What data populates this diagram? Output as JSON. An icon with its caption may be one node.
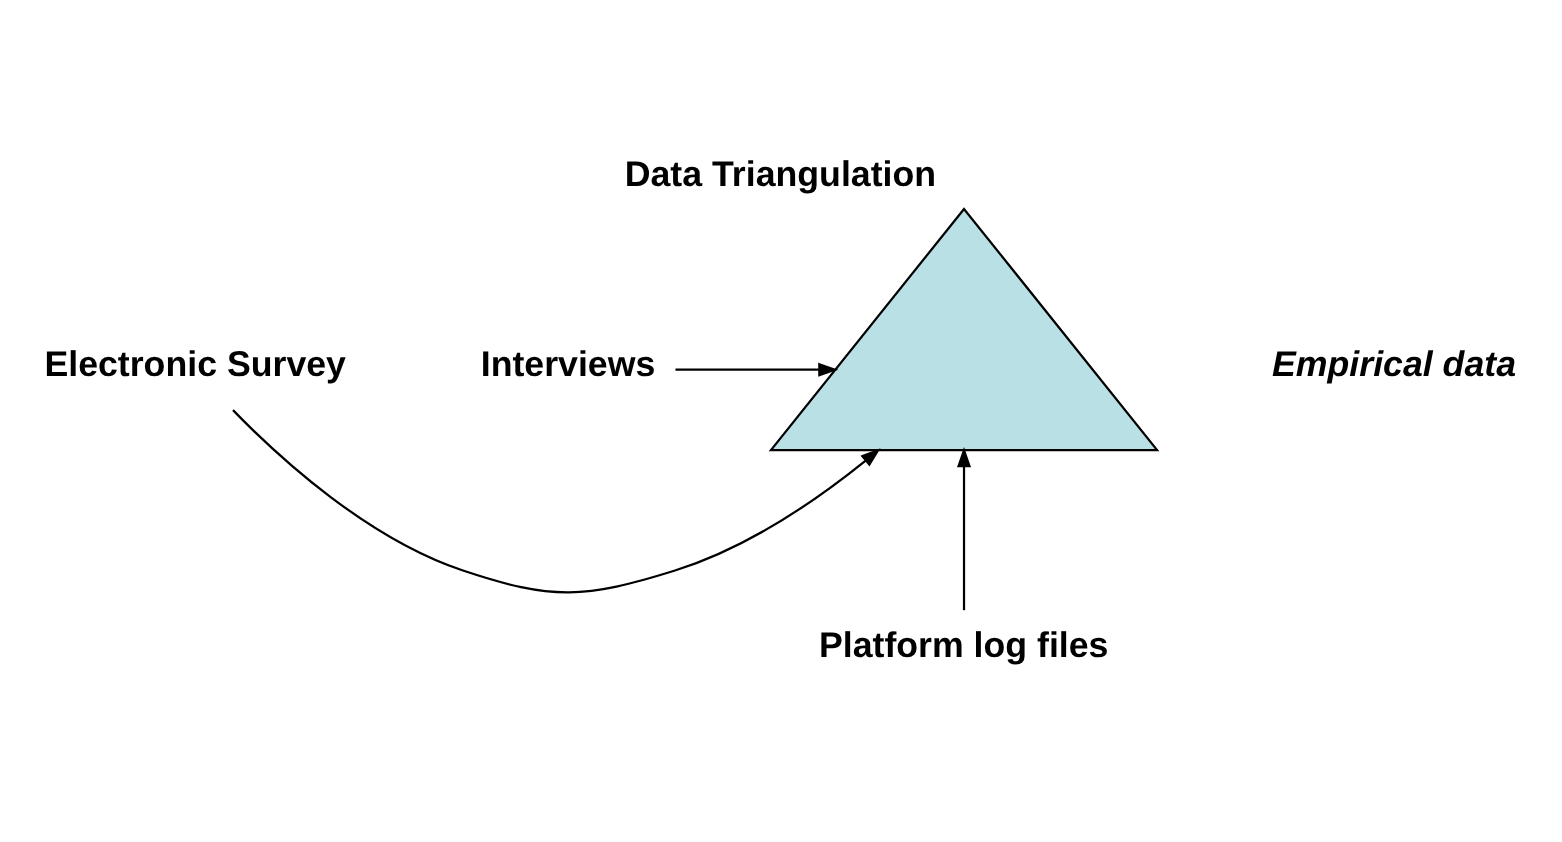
{
  "diagram": {
    "title": "Data Triangulation",
    "nodes": [
      {
        "text": [
          "Electronic Survey"
        ]
      },
      {
        "text": [
          "Interviews"
        ]
      },
      {
        "text": [],
        "shape": "triangle"
      },
      {
        "text": [
          "Platform log files"
        ]
      }
    ],
    "edges": [
      {
        "from": 0,
        "to": 2,
        "arrow": "to"
      },
      {
        "from": 1,
        "to": 2,
        "arrow": "to"
      },
      {
        "from": 3,
        "to": 2,
        "arrow": "to"
      }
    ],
    "labels": [
      "Empirical data"
    ]
  }
}
